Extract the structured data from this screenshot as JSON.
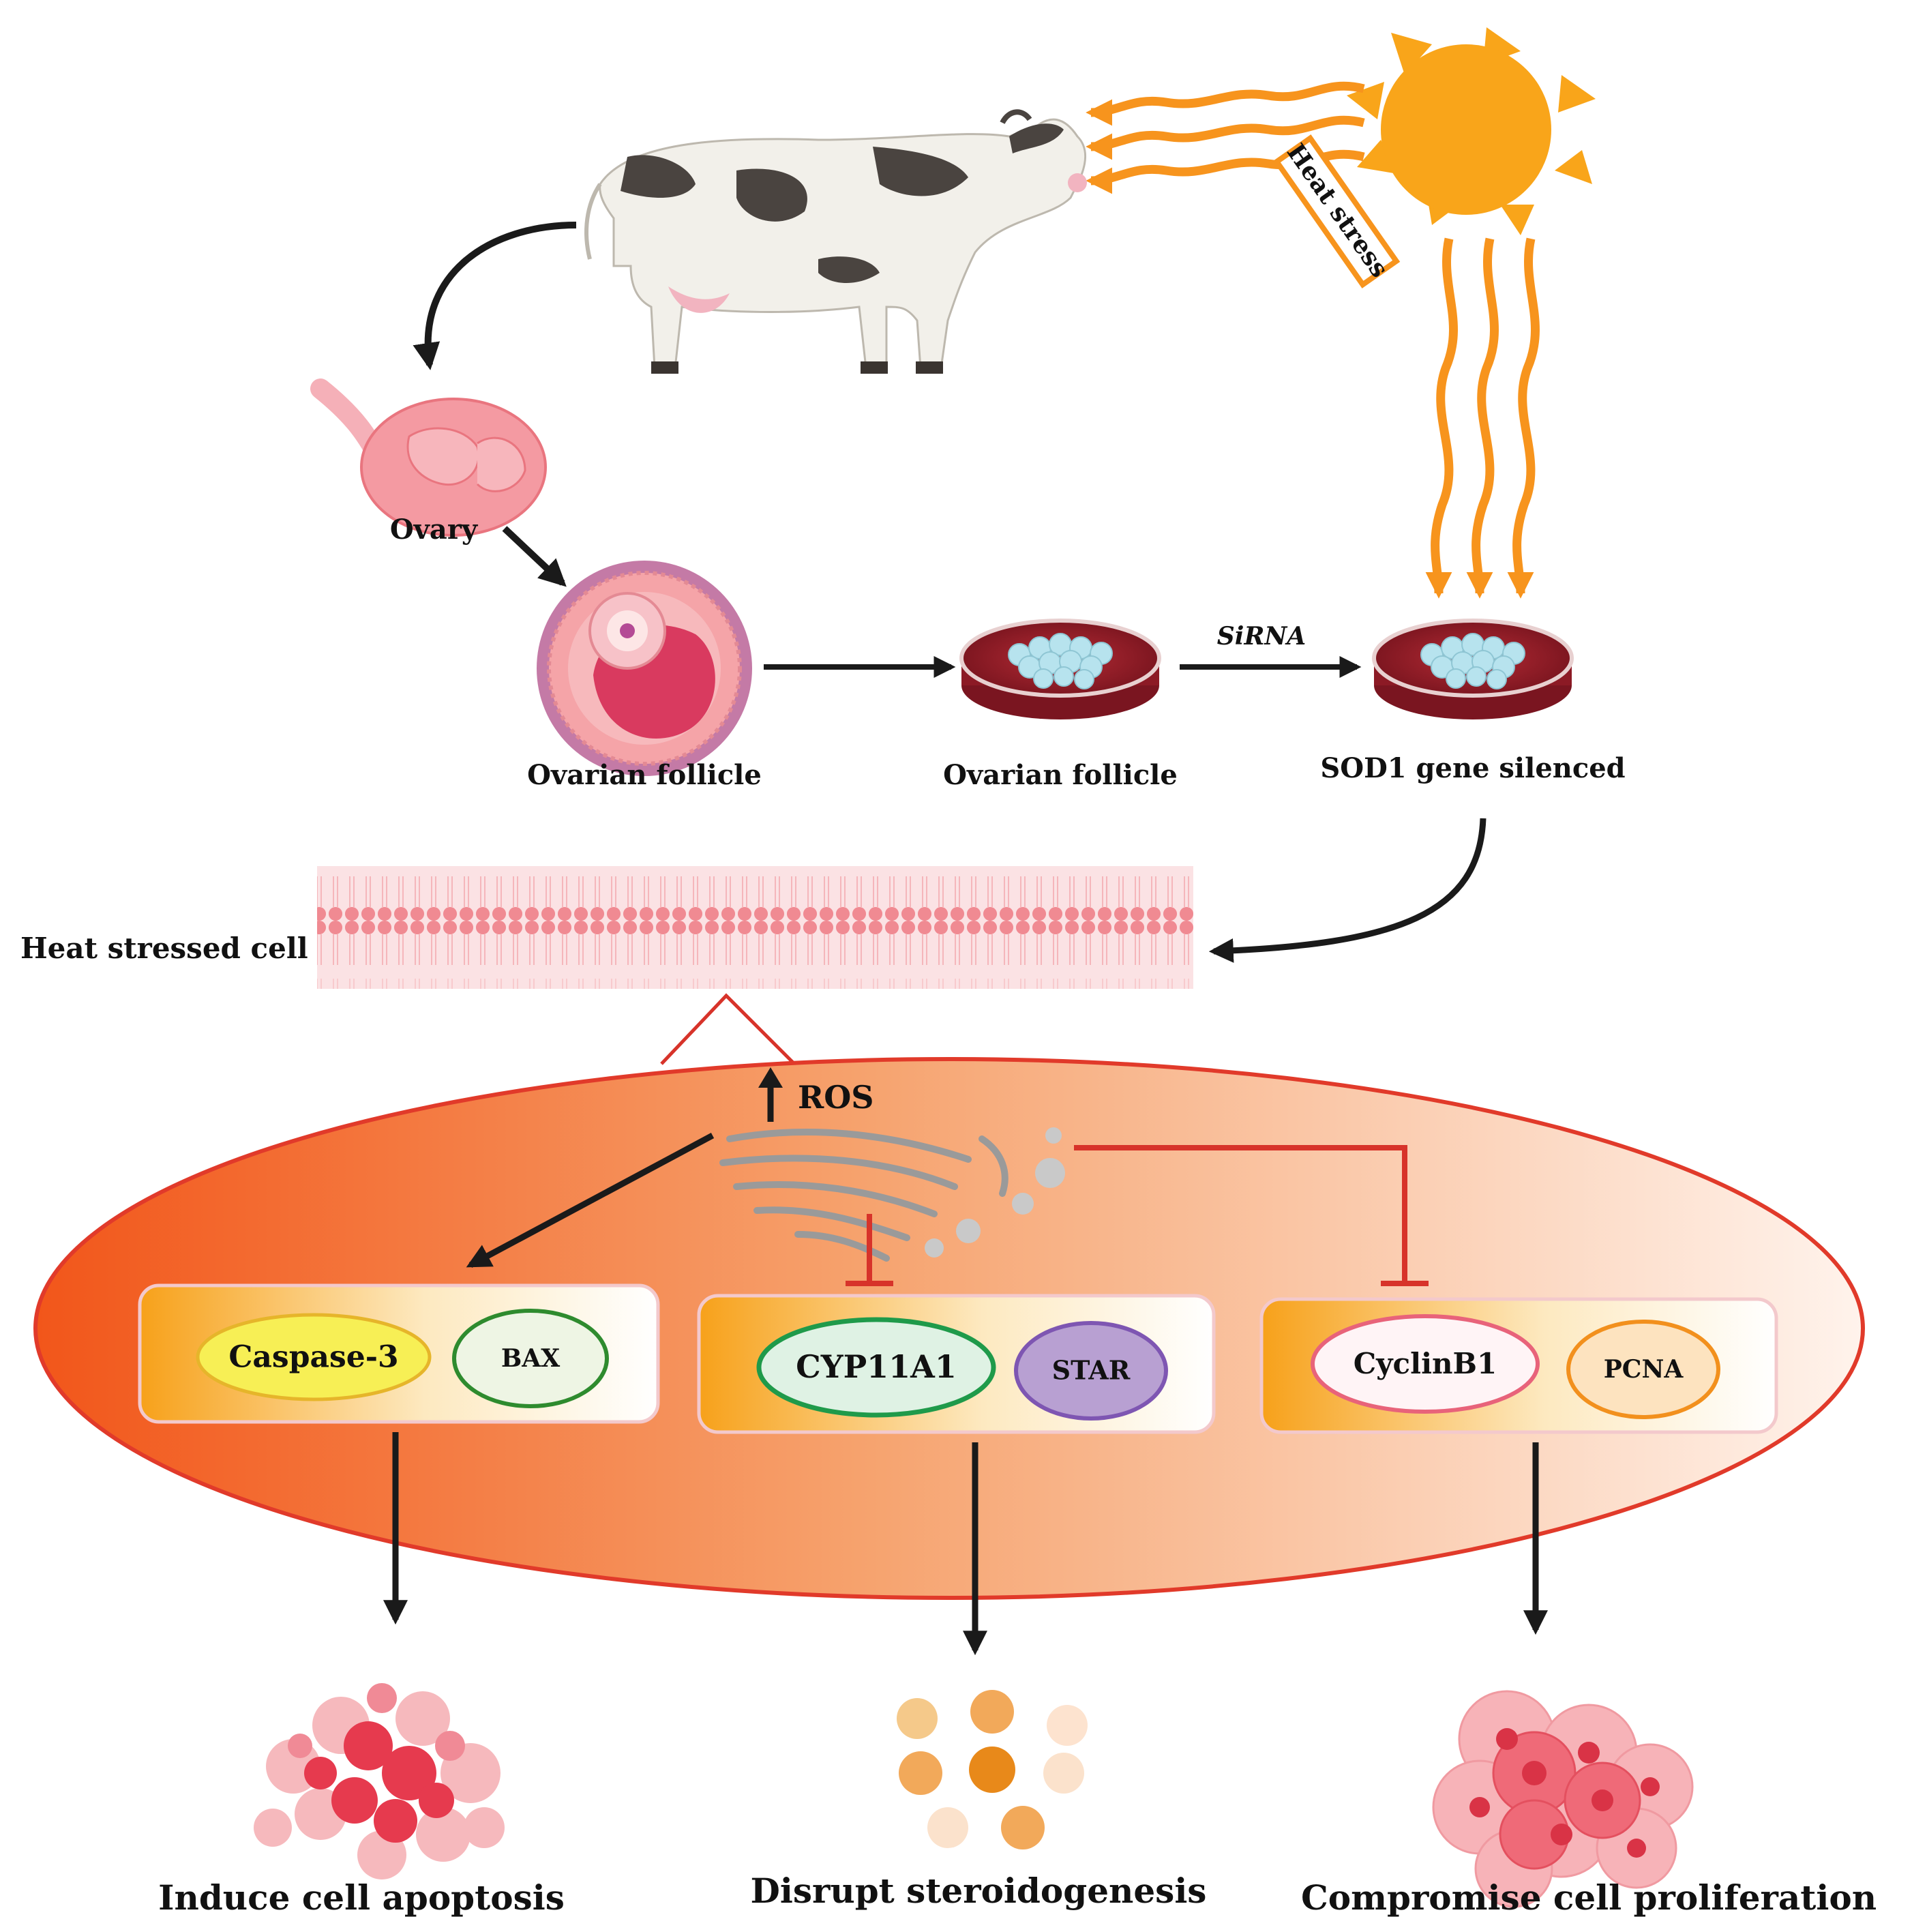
{
  "labels": {
    "heat_stress": "Heat stress",
    "ovary": "Ovary",
    "ovarian_follicle_1": "Ovarian follicle",
    "ovarian_follicle_2": "Ovarian follicle",
    "sirna": "SiRNA",
    "sod1": "SOD1 gene silenced",
    "heat_stressed_cell": "Heat stressed cell",
    "ros": "ROS"
  },
  "genes": {
    "caspase3": "Caspase-3",
    "bax": "BAX",
    "cyp11a1": "CYP11A1",
    "star": "STAR",
    "cyclinb1": "CyclinB1",
    "pcna": "PCNA"
  },
  "outcomes": {
    "apoptosis": "Induce cell apoptosis",
    "steroidogenesis": "Disrupt steroidogenesis",
    "proliferation": "Compromise cell proliferation"
  },
  "colors": {
    "heat_orange": "#f7941d",
    "sun": "#f9a51a",
    "inhibit_red": "#d7332a",
    "cell_red": "#e8442c",
    "petri_red": "#a0242e",
    "membrane_pink": "#f5a0a5"
  }
}
